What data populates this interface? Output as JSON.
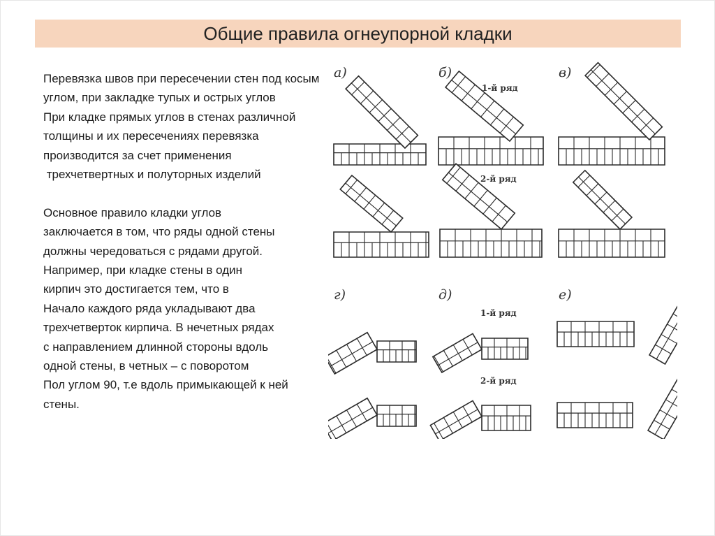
{
  "title": "Общие правила огнеупорной кладки",
  "paragraph1": [
    "Перевязка швов при пересечении стен под косым",
    "углом, при закладке тупых и острых углов",
    "При кладке прямых углов в стенах различной",
    "толщины и их пересечениях перевязка",
    "производится за счет применения",
    " трехчетвертных и полуторных изделий"
  ],
  "paragraph2": [
    "Основное правило кладки углов",
    "заключается в том, что ряды одной стены",
    "должны чередоваться с рядами другой.",
    "Например, при кладке стены в один",
    "кирпич это достигается тем, что в",
    "Начало каждого ряда укладывают два",
    "трехчетверток кирпича. В нечетных рядах",
    "с направлением длинной стороны вдоль",
    "одной стены, в четных – с поворотом",
    "Пол углом 90, т.е вдоль примыкающей к ней",
    "стены."
  ],
  "figure": {
    "panel_labels": [
      "а)",
      "б)",
      "в)",
      "г)",
      "д)",
      "е)"
    ],
    "row_labels": [
      "1-й ряд",
      "2-й ряд",
      "1-й ряд",
      "2-й ряд"
    ]
  }
}
